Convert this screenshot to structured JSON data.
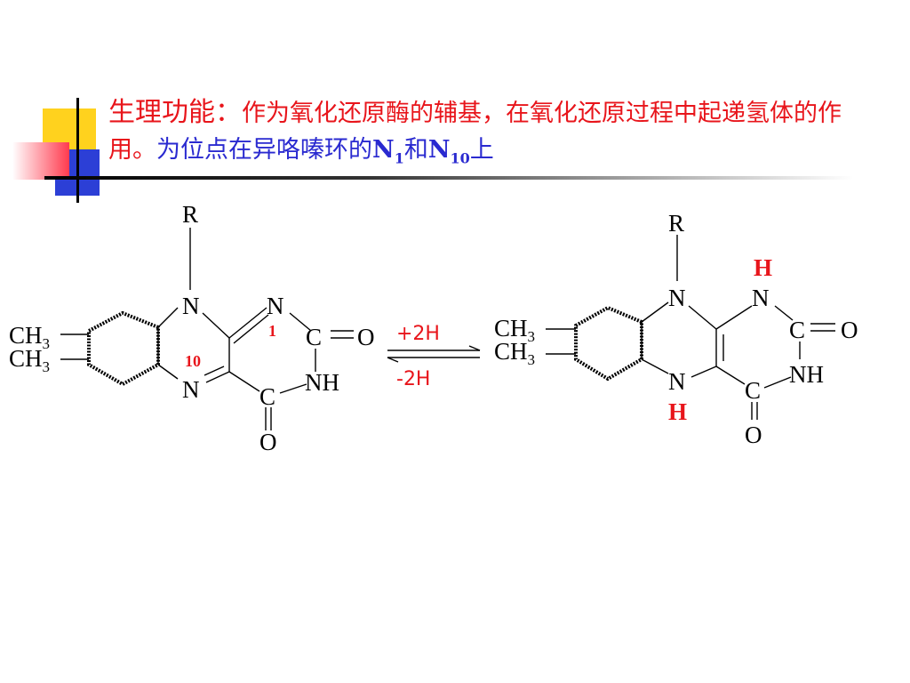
{
  "title": {
    "heading": "生理功能：",
    "red_text": "作为氧化还原酶的辅基，在氧化还原过程中起递氢体的作用。",
    "blue_text_prefix": "为位点在异咯嗪环的",
    "n1_base": "N",
    "n1_sub": "1",
    "conjunction": "和",
    "n10_base": "N",
    "n10_sub": "10",
    "suffix": "上"
  },
  "left_structure": {
    "r": "R",
    "n_top": "N",
    "n_right": "N",
    "n_bottom": "N",
    "c_carbonyl": "C",
    "o_right": "O",
    "nh": "NH",
    "c_lower": "C",
    "o_lower": "O",
    "ch3_a": "CH",
    "ch3_a_sub": "3",
    "ch3_b": "CH",
    "ch3_b_sub": "3",
    "label_1": "1",
    "label_10": "10"
  },
  "reaction": {
    "forward": "+2H",
    "reverse": "-2H"
  },
  "right_structure": {
    "r": "R",
    "h_top": "H",
    "n_top": "N",
    "n_right": "N",
    "c_carbonyl": "C",
    "o_right": "O",
    "nh": "NH",
    "n_bottom": "N",
    "h_bottom": "H",
    "c_lower": "C",
    "o_lower": "O",
    "ch3_a": "CH",
    "ch3_a_sub": "3",
    "ch3_b": "CH",
    "ch3_b_sub": "3"
  },
  "colors": {
    "red": "#e8151b",
    "blue": "#2a2ad0",
    "deco_yellow": "#ffd21e",
    "deco_blue": "#2c3fd6",
    "deco_red": "#ff3a4e"
  }
}
